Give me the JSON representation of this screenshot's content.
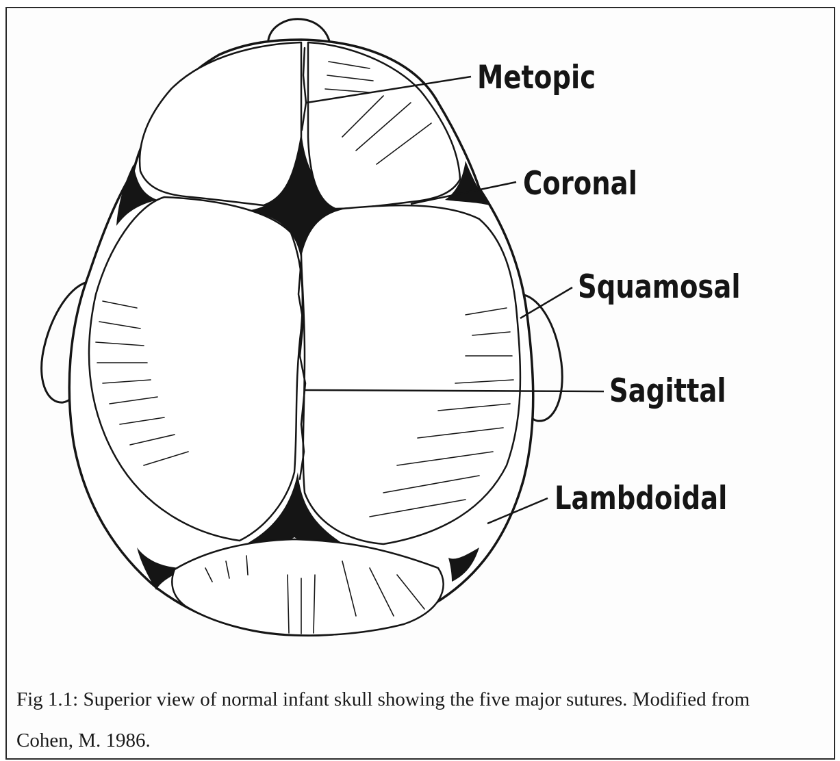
{
  "labels": {
    "metopic": "Metopic",
    "coronal": "Coronal",
    "squamosal": "Squamosal",
    "sagittal": "Sagittal",
    "lambdoidal": "Lambdoidal"
  },
  "caption": {
    "line1": "Fig 1.1: Superior view of normal infant skull showing the five major sutures.  Modified from",
    "line2": "Cohen, M. 1986."
  },
  "colors": {
    "ink": "#151515",
    "bone": "#ffffff",
    "frame": "#2a2a2a"
  }
}
